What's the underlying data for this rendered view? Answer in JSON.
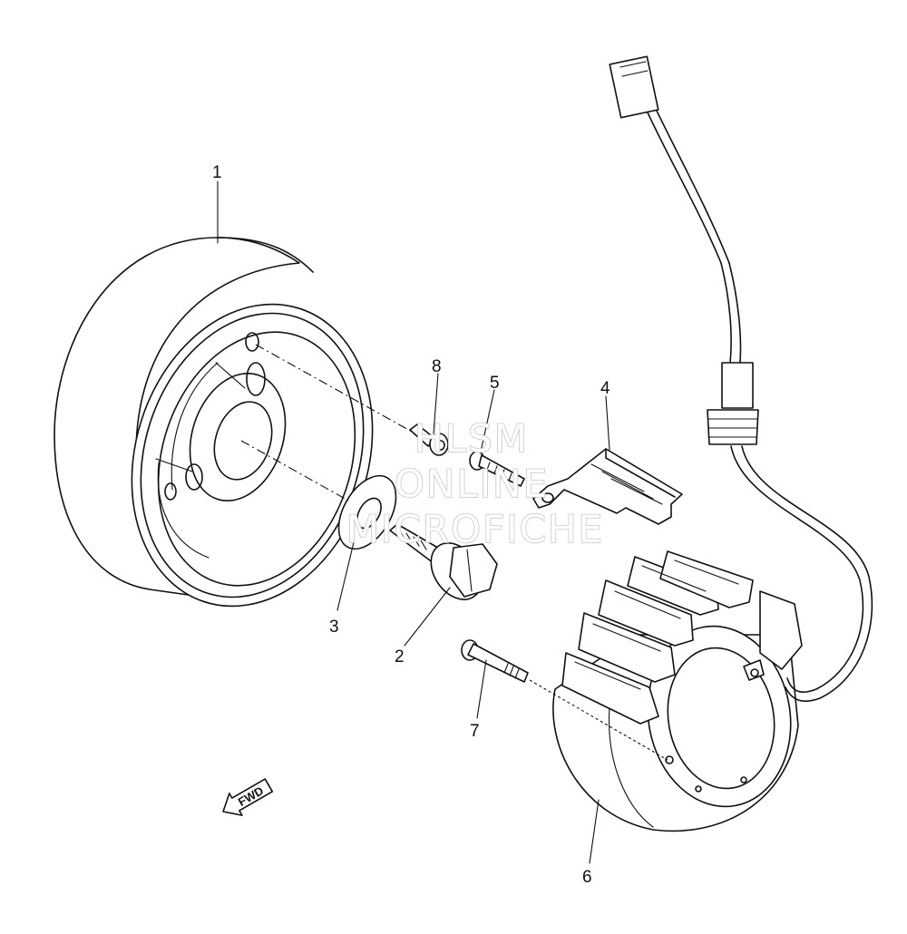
{
  "diagram": {
    "parts": [
      {
        "number": "1",
        "part": "rotor"
      },
      {
        "number": "2",
        "part": "bolt"
      },
      {
        "number": "3",
        "part": "washer"
      },
      {
        "number": "4",
        "part": "bracket"
      },
      {
        "number": "5",
        "part": "screw"
      },
      {
        "number": "6",
        "part": "stator"
      },
      {
        "number": "7",
        "part": "bolt"
      },
      {
        "number": "8",
        "part": "screw"
      }
    ],
    "direction_label": "FWD"
  },
  "watermark": {
    "line1": "HLSM",
    "line2": "ONLINE",
    "line3": "MICROFICHE",
    "color": "#c8c8c8"
  }
}
